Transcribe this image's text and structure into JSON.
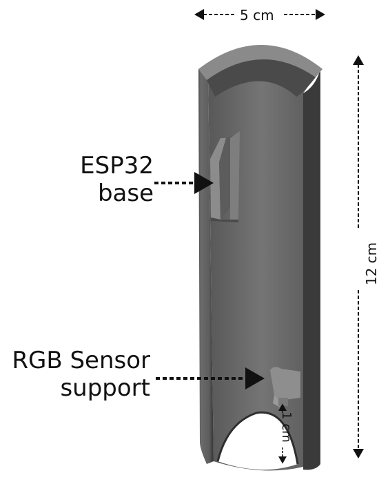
{
  "labels": {
    "esp32_line1": "ESP32",
    "esp32_line2": "base",
    "rgb_line1": "RGB Sensor",
    "rgb_line2": "support"
  },
  "dimensions": {
    "width": "5 cm",
    "height": "12 cm",
    "gap": "1 cm"
  },
  "colors": {
    "tube_outer": "#5a5a5a",
    "tube_inner": "#6e6e6e",
    "tube_dark": "#3c3c3c",
    "arrow": "#111111"
  }
}
